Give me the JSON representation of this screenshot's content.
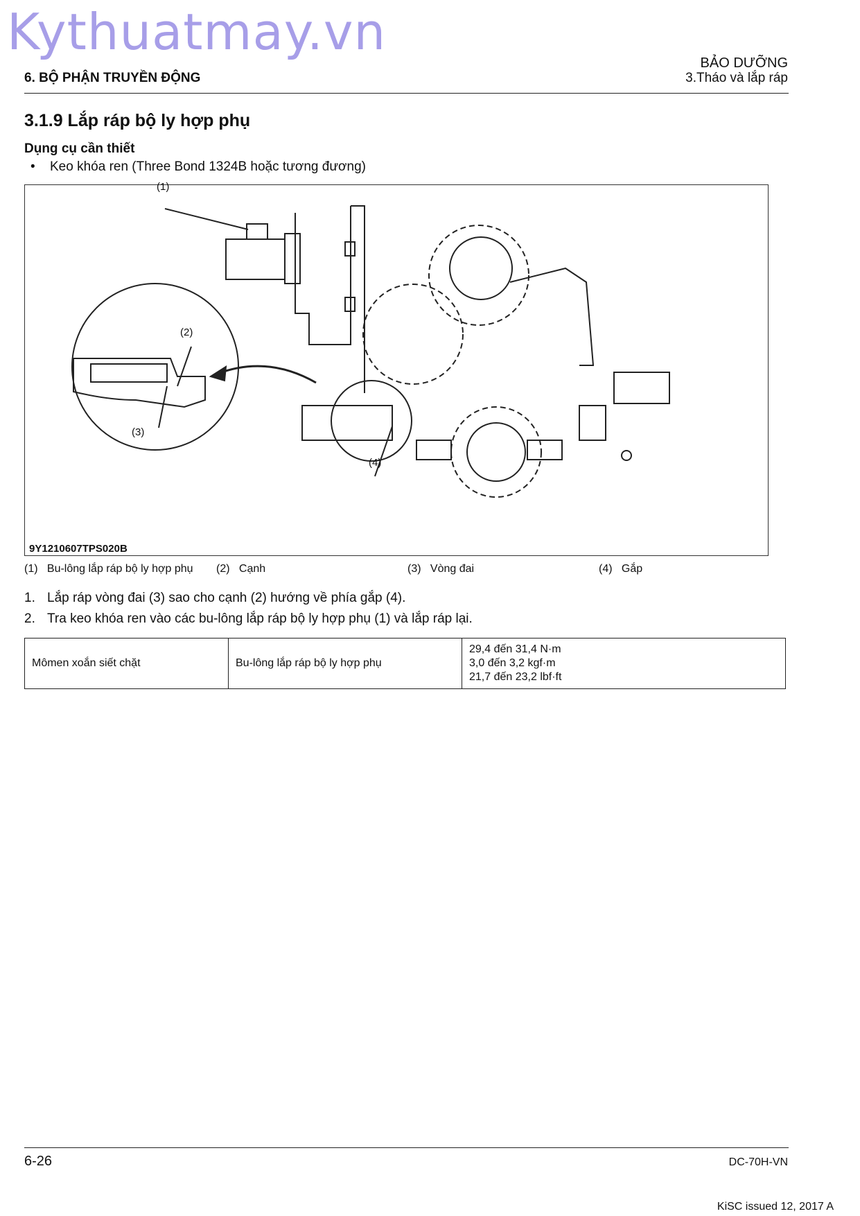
{
  "watermark": "Kythuatmay.vn",
  "header": {
    "section_right": "BẢO DƯỠNG",
    "subsection_right": "3.Tháo và lắp ráp",
    "chapter_left": "6. BỘ PHẬN TRUYỀN ĐỘNG"
  },
  "title": "3.1.9 Lắp ráp bộ ly hợp phụ",
  "tools": {
    "heading": "Dụng cụ cần thiết",
    "items": [
      "Keo khóa ren (Three Bond 1324B hoặc tương đương)"
    ]
  },
  "figure": {
    "code": "9Y1210607TPS020B",
    "callouts": [
      "(1)",
      "(2)",
      "(3)",
      "(4)"
    ]
  },
  "legend": [
    {
      "num": "(1)",
      "label": "Bu-lông lắp ráp bộ ly hợp phụ"
    },
    {
      "num": "(2)",
      "label": "Cạnh"
    },
    {
      "num": "(3)",
      "label": "Vòng đai"
    },
    {
      "num": "(4)",
      "label": "Gắp"
    }
  ],
  "steps": [
    {
      "num": "1.",
      "text": "Lắp ráp vòng đai (3) sao cho cạnh (2) hướng về phía gắp (4)."
    },
    {
      "num": "2.",
      "text": "Tra keo khóa ren vào các bu-lông lắp ráp bộ ly hợp phụ (1) và lắp ráp lại."
    }
  ],
  "spec_table": {
    "label": "Mômen xoắn siết chặt",
    "item": "Bu-lông lắp ráp bộ ly hợp phụ",
    "values": [
      "29,4 đến 31,4 N·m",
      "3,0 đến 3,2 kgf·m",
      "21,7 đến 23,2 lbf·ft"
    ]
  },
  "footer": {
    "page": "6-26",
    "doc_code": "DC-70H-VN",
    "issued": "KiSC issued 12, 2017 A"
  }
}
